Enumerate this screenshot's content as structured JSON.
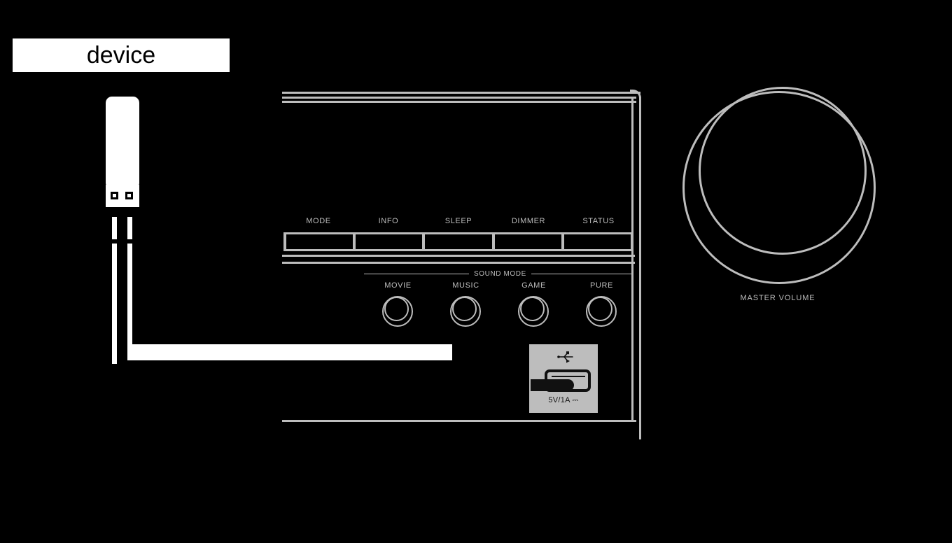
{
  "callout": {
    "label": "device"
  },
  "usb_drive": {
    "name": "usb-flash-drive"
  },
  "receiver": {
    "button_strip": {
      "buttons": [
        {
          "label": "MODE"
        },
        {
          "label": "INFO"
        },
        {
          "label": "SLEEP"
        },
        {
          "label": "DIMMER"
        },
        {
          "label": "STATUS"
        }
      ]
    },
    "sound_mode": {
      "title": "SOUND MODE",
      "buttons": [
        {
          "label": "MOVIE"
        },
        {
          "label": "MUSIC"
        },
        {
          "label": "GAME"
        },
        {
          "label": "PURE"
        }
      ]
    },
    "usb_port": {
      "icon": "usb-trident-icon",
      "power_rating": "5V/1A ⎓"
    }
  },
  "master_volume": {
    "label": "MASTER VOLUME"
  },
  "colors": {
    "background": "#000000",
    "panel_line": "#bdbdbd",
    "plate": "#bdbdbd",
    "callout_bg": "#ffffff",
    "callout_text": "#000000",
    "cable": "#ffffff"
  }
}
